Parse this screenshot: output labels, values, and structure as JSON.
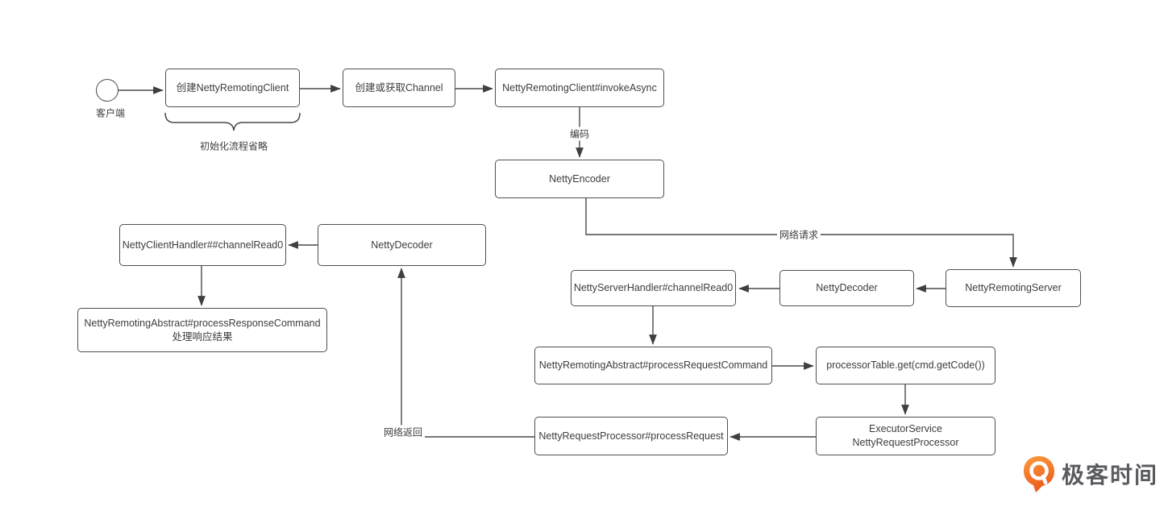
{
  "nodes": {
    "start": {
      "label": "客户端"
    },
    "create_client": {
      "label": "创建NettyRemotingClient"
    },
    "get_channel": {
      "label": "创建或获取Channel"
    },
    "invoke_async": {
      "label": "NettyRemotingClient#invokeAsync"
    },
    "netty_encoder": {
      "label": "NettyEncoder"
    },
    "netty_remoting_server": {
      "label": "NettyRemotingServer"
    },
    "netty_decoder_server": {
      "label": "NettyDecoder"
    },
    "netty_server_handler": {
      "label": "NettyServerHandler#channelRead0"
    },
    "process_request_command": {
      "label": "NettyRemotingAbstract#processRequestCommand"
    },
    "processor_table": {
      "label": "processorTable.get(cmd.getCode())"
    },
    "executor_service": {
      "label": "ExecutorService NettyRequestProcessor"
    },
    "process_request": {
      "label": "NettyRequestProcessor#processRequest"
    },
    "netty_decoder_client": {
      "label": "NettyDecoder"
    },
    "netty_client_handler": {
      "label": "NettyClientHandler##channelRead0"
    },
    "process_response_command": {
      "label": "NettyRemotingAbstract#processResponseCommand",
      "label2": "处理响应结果"
    }
  },
  "edge_labels": {
    "encode": "编码",
    "network_request": "网络请求",
    "network_return": "网络返回"
  },
  "annotations": {
    "init_note": "初始化流程省略"
  },
  "branding": {
    "logo_text": "极客时间"
  },
  "colors": {
    "line": "#4a4a4a",
    "box_border": "#4f4f4f",
    "text": "#3d3d3d",
    "logo_orange_light": "#fb9b3c",
    "logo_orange_dark": "#ec5c1d",
    "logo_text_gray": "#595b60"
  }
}
